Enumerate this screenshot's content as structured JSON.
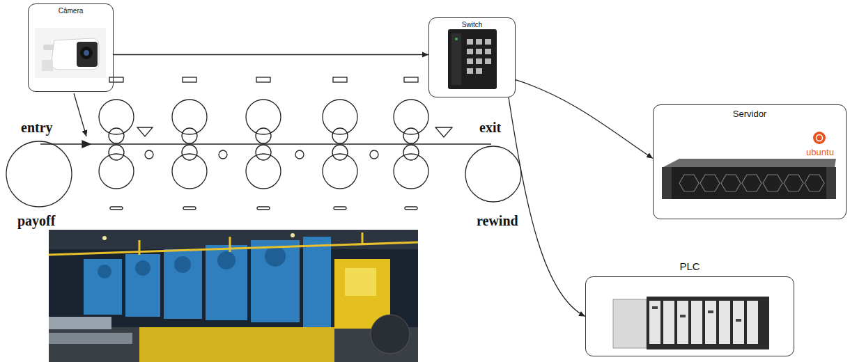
{
  "diagram": {
    "nodes": [
      {
        "text": [
          "Câmera"
        ]
      },
      {
        "text": [
          "Switch"
        ]
      },
      {
        "text": [
          "Servidor",
          "ubuntu"
        ]
      },
      {
        "text": [
          "PLC"
        ]
      }
    ],
    "edges": [
      {
        "from": 0,
        "to": 1,
        "arrow": "to"
      },
      {
        "from": 1,
        "to": 2,
        "arrow": "to"
      },
      {
        "from": 1,
        "to": 3,
        "arrow": "to"
      }
    ],
    "labels": [
      "entry",
      "exit",
      "payoff",
      "rewind"
    ]
  }
}
